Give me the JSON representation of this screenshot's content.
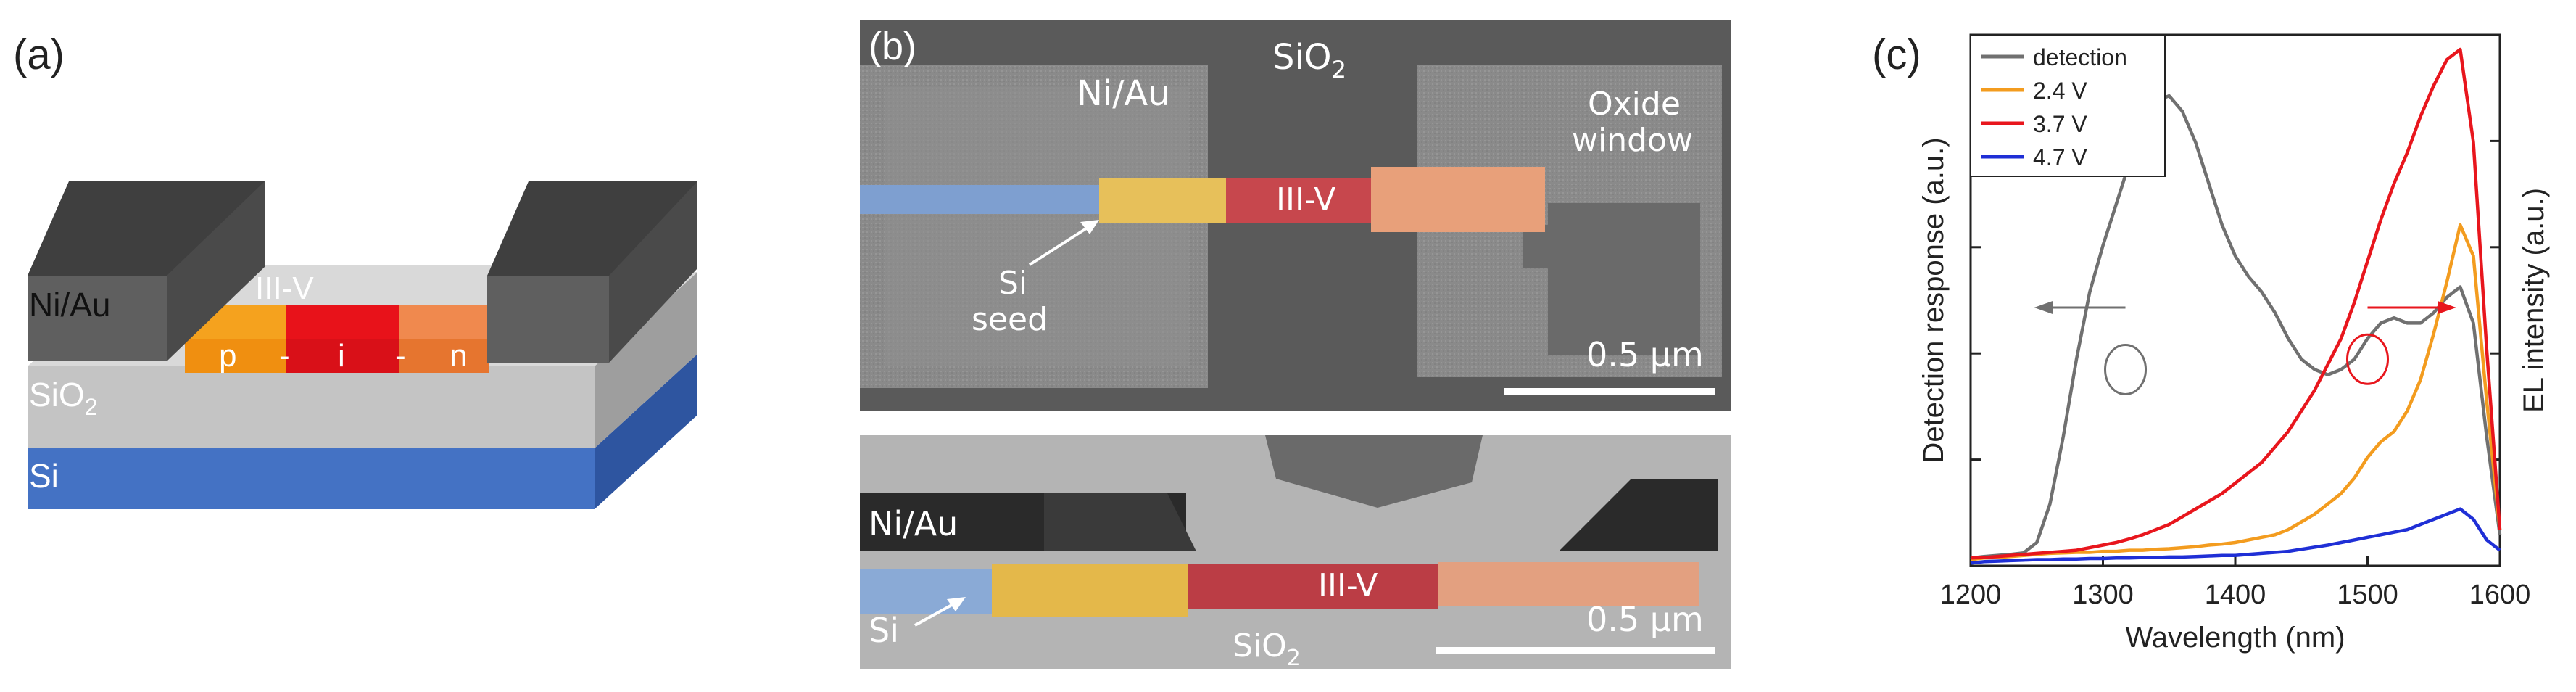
{
  "panel_a": {
    "label": "(a)",
    "material_metal": "Ni/Au",
    "material_oxide": "SiO",
    "material_oxide_sub": "2",
    "material_substrate": "Si",
    "nanowire_label": "III-V",
    "region_p": "p",
    "dash_1": "-",
    "region_i": "i",
    "dash_2": "-",
    "region_n": "n",
    "colors": {
      "metal": "#5b5b5b",
      "oxide": "#c4c4c4",
      "silicon": "#4472c4",
      "p_region": "#f5a21e",
      "i_region": "#e8121a",
      "n_region": "#f0894e"
    }
  },
  "panel_b": {
    "label": "(b)",
    "top_image": {
      "label_metal": "Ni/Au",
      "label_oxide": "SiO",
      "label_oxide_sub": "2",
      "label_window_line1": "Oxide",
      "label_window_line2": "window",
      "label_nanowire": "III-V",
      "label_seed_line1": "Si",
      "label_seed_line2": "seed",
      "scale_bar": "0.5 µm"
    },
    "bottom_image": {
      "label_metal": "Ni/Au",
      "label_si": "Si",
      "label_nanowire": "III-V",
      "label_oxide": "SiO",
      "label_oxide_sub": "2",
      "scale_bar": "0.5 µm"
    }
  },
  "panel_c": {
    "label": "(c)"
  },
  "chart_data": {
    "type": "line",
    "title": "",
    "xlabel": "Wavelength (nm)",
    "ylabel_left": "Detection response (a.u.)",
    "ylabel_right": "EL intensity (a.u.)",
    "xlim": [
      1200,
      1600
    ],
    "ylim": [
      0,
      1
    ],
    "xticks": [
      1200,
      1300,
      1400,
      1500,
      1600
    ],
    "grid": false,
    "legend_position": "top-left",
    "series": [
      {
        "name": "detection",
        "color": "#707070",
        "axis": "left",
        "x": [
          1200,
          1210,
          1220,
          1230,
          1240,
          1250,
          1260,
          1270,
          1280,
          1290,
          1300,
          1310,
          1320,
          1330,
          1340,
          1350,
          1360,
          1370,
          1380,
          1390,
          1400,
          1410,
          1420,
          1430,
          1440,
          1450,
          1460,
          1470,
          1480,
          1490,
          1500,
          1510,
          1520,
          1530,
          1540,
          1550,
          1560,
          1570,
          1580,
          1590,
          1600
        ],
        "y": [
          0.015,
          0.018,
          0.02,
          0.022,
          0.025,
          0.045,
          0.12,
          0.25,
          0.4,
          0.53,
          0.62,
          0.7,
          0.78,
          0.86,
          0.9,
          0.91,
          0.88,
          0.82,
          0.74,
          0.66,
          0.6,
          0.56,
          0.53,
          0.49,
          0.44,
          0.4,
          0.38,
          0.37,
          0.38,
          0.4,
          0.44,
          0.47,
          0.48,
          0.47,
          0.47,
          0.49,
          0.52,
          0.54,
          0.47,
          0.25,
          0.06
        ]
      },
      {
        "name": "2.4 V",
        "color": "#f39c1f",
        "axis": "right",
        "x": [
          1200,
          1210,
          1220,
          1230,
          1240,
          1250,
          1260,
          1270,
          1280,
          1290,
          1300,
          1310,
          1320,
          1330,
          1340,
          1350,
          1360,
          1370,
          1380,
          1390,
          1400,
          1410,
          1420,
          1430,
          1440,
          1450,
          1460,
          1470,
          1480,
          1490,
          1500,
          1510,
          1520,
          1530,
          1540,
          1550,
          1560,
          1570,
          1580,
          1590,
          1600
        ],
        "y": [
          0.012,
          0.015,
          0.016,
          0.018,
          0.02,
          0.022,
          0.024,
          0.025,
          0.026,
          0.026,
          0.028,
          0.028,
          0.03,
          0.03,
          0.032,
          0.033,
          0.035,
          0.037,
          0.04,
          0.042,
          0.045,
          0.05,
          0.055,
          0.06,
          0.07,
          0.085,
          0.1,
          0.12,
          0.14,
          0.17,
          0.21,
          0.24,
          0.26,
          0.3,
          0.36,
          0.45,
          0.55,
          0.66,
          0.6,
          0.32,
          0.07
        ]
      },
      {
        "name": "3.7 V",
        "color": "#e8161d",
        "axis": "right",
        "x": [
          1200,
          1210,
          1220,
          1230,
          1240,
          1250,
          1260,
          1270,
          1280,
          1290,
          1300,
          1310,
          1320,
          1330,
          1340,
          1350,
          1360,
          1370,
          1380,
          1390,
          1400,
          1410,
          1420,
          1430,
          1440,
          1450,
          1460,
          1470,
          1480,
          1490,
          1500,
          1510,
          1520,
          1530,
          1540,
          1550,
          1560,
          1570,
          1580,
          1590,
          1600
        ],
        "y": [
          0.015,
          0.016,
          0.018,
          0.02,
          0.022,
          0.024,
          0.026,
          0.028,
          0.03,
          0.035,
          0.04,
          0.045,
          0.052,
          0.06,
          0.07,
          0.08,
          0.095,
          0.11,
          0.125,
          0.14,
          0.16,
          0.18,
          0.2,
          0.23,
          0.26,
          0.3,
          0.34,
          0.39,
          0.44,
          0.51,
          0.59,
          0.67,
          0.74,
          0.8,
          0.87,
          0.93,
          0.98,
          1.0,
          0.82,
          0.42,
          0.07
        ]
      },
      {
        "name": "4.7 V",
        "color": "#1f2fd6",
        "axis": "right",
        "x": [
          1200,
          1210,
          1220,
          1230,
          1240,
          1250,
          1260,
          1270,
          1280,
          1290,
          1300,
          1310,
          1320,
          1330,
          1340,
          1350,
          1360,
          1370,
          1380,
          1390,
          1400,
          1410,
          1420,
          1430,
          1440,
          1450,
          1460,
          1470,
          1480,
          1490,
          1500,
          1510,
          1520,
          1530,
          1540,
          1550,
          1560,
          1570,
          1580,
          1590,
          1600
        ],
        "y": [
          0.005,
          0.008,
          0.009,
          0.01,
          0.011,
          0.012,
          0.012,
          0.013,
          0.013,
          0.014,
          0.014,
          0.015,
          0.015,
          0.016,
          0.016,
          0.017,
          0.017,
          0.018,
          0.019,
          0.02,
          0.02,
          0.022,
          0.024,
          0.026,
          0.028,
          0.032,
          0.036,
          0.04,
          0.045,
          0.05,
          0.055,
          0.06,
          0.065,
          0.07,
          0.08,
          0.09,
          0.1,
          0.11,
          0.09,
          0.05,
          0.03
        ]
      }
    ]
  }
}
